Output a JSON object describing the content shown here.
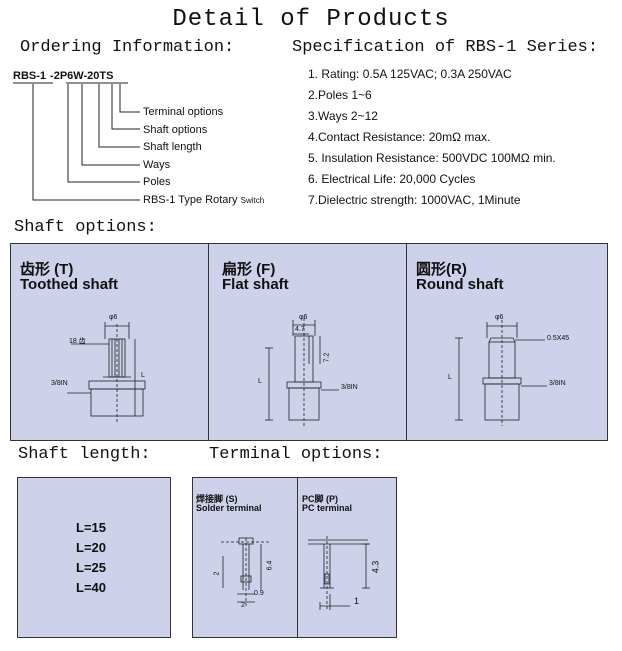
{
  "title": "Detail of Products",
  "ordering": {
    "heading": "Ordering Information:",
    "code_parts": [
      "RBS",
      "-",
      "1",
      "-",
      "2",
      "P",
      "6",
      "W",
      "-",
      "20",
      "T",
      "S"
    ],
    "labels": [
      "Terminal options",
      "Shaft options",
      "Shaft length",
      "Ways",
      "Poles",
      "RBS-1 Type Rotary"
    ],
    "switch_word": "Switch"
  },
  "spec": {
    "heading": "Specification of RBS-1 Series:",
    "items": [
      "1. Rating: 0.5A 125VAC; 0.3A 250VAC",
      "2.Poles 1~6",
      "3.Ways 2~12",
      "4.Contact Resistance: 20mΩ max.",
      "5. Insulation Resistance: 500VDC  100MΩ min.",
      "6. Electrical Life: 20,000 Cycles",
      "7.Dielectric strength: 1000VAC, 1Minute"
    ]
  },
  "shaft_options": {
    "heading": "Shaft options:",
    "panels": [
      {
        "cn": "齿形 (T)",
        "en": "Toothed shaft",
        "dims": [
          "φ6",
          "18 齿",
          "3/8IN",
          "L"
        ]
      },
      {
        "cn": "扁形 (F)",
        "en": "Flat shaft",
        "dims": [
          "φ6",
          "4.7",
          "7.2",
          "3/8IN",
          "L"
        ]
      },
      {
        "cn": "圆形(R)",
        "en": "Round shaft",
        "dims": [
          "φ6",
          "0.5X45",
          "3/8IN",
          "L"
        ]
      }
    ]
  },
  "shaft_length": {
    "heading": "Shaft length:",
    "values": [
      "L=15",
      "L=20",
      "L=25",
      "L=40"
    ]
  },
  "terminal_options": {
    "heading": "Terminal options:",
    "panels": [
      {
        "cn": "焊接脚 (S)",
        "en": "Solder terminal",
        "dims": [
          "6.4",
          "2",
          "0.9",
          "2"
        ]
      },
      {
        "cn": "PC脚 (P)",
        "en": "PC terminal",
        "dims": [
          "4.3",
          "1"
        ]
      }
    ]
  },
  "colors": {
    "panel_bg": "#cdd1e9",
    "line": "#222222"
  }
}
